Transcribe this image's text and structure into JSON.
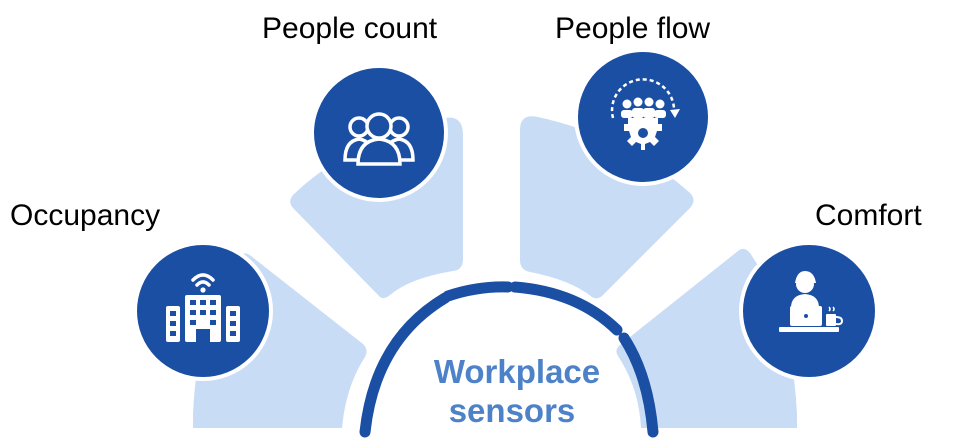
{
  "center": {
    "line1": "Workplace",
    "line2": "sensors"
  },
  "items": [
    {
      "label": "Occupancy",
      "icon": "office-building-wifi-icon"
    },
    {
      "label": "People count",
      "icon": "people-group-icon"
    },
    {
      "label": "People flow",
      "icon": "people-flow-gear-icon"
    },
    {
      "label": "Comfort",
      "icon": "person-at-desk-coffee-icon"
    }
  ],
  "colors": {
    "segment_fill": "#c9dcf5",
    "circle_fill": "#1a4fa3",
    "arc_stroke": "#1a4fa3",
    "center_text": "#4d82c9",
    "label_text": "#000000"
  }
}
